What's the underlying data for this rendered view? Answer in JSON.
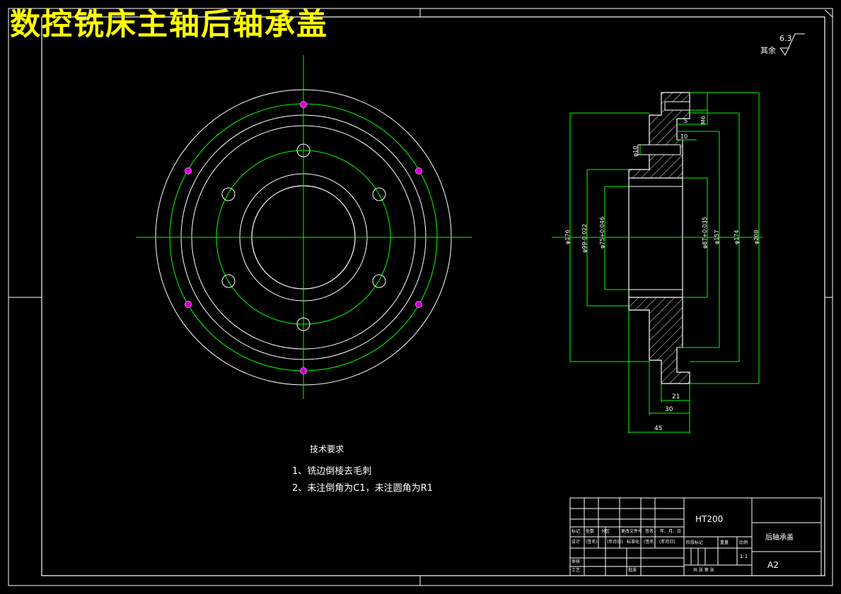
{
  "title": "数控铣床主轴后轴承盖",
  "roughness": {
    "other_label": "其余",
    "value": "6.3"
  },
  "tech_requirements": {
    "heading": "技术要求",
    "items": [
      "1、铣边倒棱去毛刺",
      "2、未注倒角为C1，未注圆角为R1"
    ]
  },
  "dimensions": {
    "d176": "φ176",
    "d99": "φ99-0.022",
    "d75": "φ75+0.046",
    "d87": "φ87+0.035",
    "d157": "φ157",
    "d174": "φ174",
    "d208": "φ208",
    "d10": "φ10",
    "m6": "M6",
    "w5": "5",
    "w10": "10",
    "l21": "21",
    "l30": "30",
    "l45": "45"
  },
  "title_block": {
    "material": "HT200",
    "part_name": "后轴承盖",
    "scale": "1:1",
    "sheet_size": "A2",
    "col_labels": [
      "标记",
      "处数",
      "分区",
      "更改文件号",
      "签名",
      "年、月、日"
    ],
    "row_labels": [
      "设计",
      "审核",
      "工艺"
    ],
    "row_values": [
      "(签名)",
      "(年月日)",
      "标准化",
      "(签名)",
      "(年月日)"
    ],
    "stage_label": "阶段标记",
    "weight_label": "重量",
    "scale_label": "比例",
    "sheet_info": "共 张 第 张",
    "approve_label": "批准"
  },
  "colors": {
    "background": "#000000",
    "outline": "#ffffff",
    "centerline": "#00ff00",
    "title": "#ffff00",
    "hole_fill": "#cc00cc"
  }
}
